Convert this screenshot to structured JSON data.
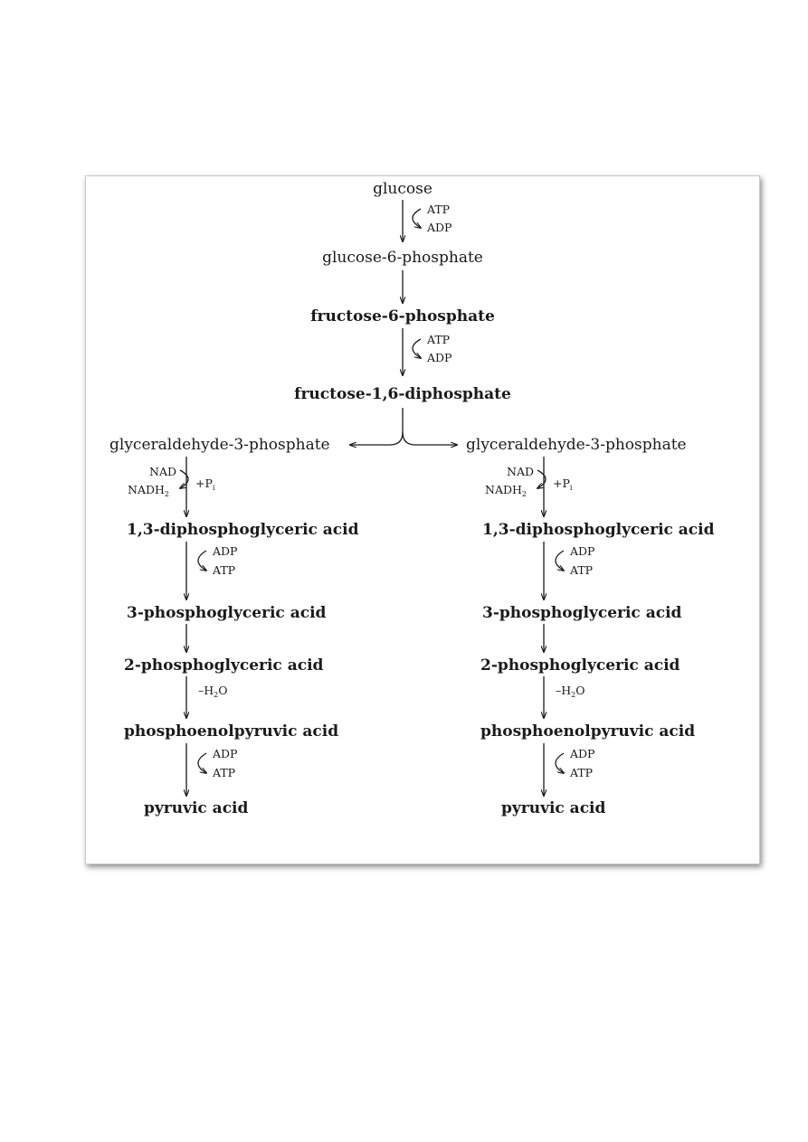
{
  "diagram": {
    "top_label": "glucose",
    "glucose_6_phosphate": "glucose-6-phosphate",
    "fructose_6_phosphate": "fructose-6-phosphate",
    "fructose_1_6_diphosphate": "fructose-1,6-diphosphate",
    "cofactors": {
      "atp": "ATP",
      "adp": "ADP",
      "nad": "NAD",
      "nadh": "NADH",
      "nadh_sub": "2",
      "pi": "+P",
      "pi_sub": "i",
      "water": "–H",
      "water_sub": "2",
      "water_o": "O"
    },
    "branches": [
      {
        "g3p": "glyceraldehyde-3-phosphate",
        "bpg": "1,3-diphosphoglyceric acid",
        "pg3": "3-phosphoglyceric acid",
        "pg2": "2-phosphoglyceric acid",
        "pep": "phosphoenolpyruvic acid",
        "pyruvate": "pyruvic acid"
      },
      {
        "g3p": "glyceraldehyde-3-phosphate",
        "bpg": "1,3-diphosphoglyceric acid",
        "pg3": "3-phosphoglyceric acid",
        "pg2": "2-phosphoglyceric acid",
        "pep": "phosphoenolpyruvic acid",
        "pyruvate": "pyruvic acid"
      }
    ]
  }
}
